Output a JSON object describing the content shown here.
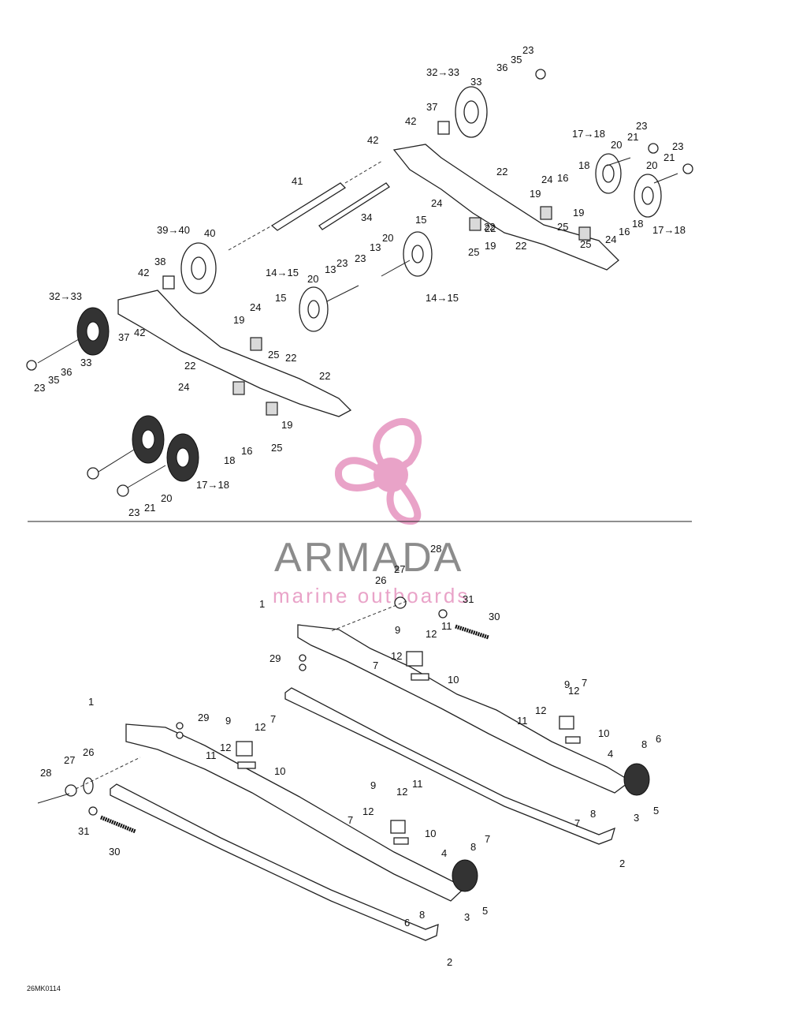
{
  "watermark": {
    "brand": "ARMADA",
    "tagline": "marine outboards",
    "color_brand": "#808080",
    "color_accent": "#e79ac3"
  },
  "figure_code": "26MK0114",
  "top_assembly_callouts": [
    "23",
    "32→33",
    "33",
    "36",
    "35",
    "37",
    "42",
    "42",
    "17→18",
    "23",
    "20",
    "21",
    "23",
    "22",
    "24",
    "16",
    "18",
    "20",
    "21",
    "41",
    "34",
    "19",
    "25",
    "19",
    "24",
    "16",
    "18",
    "17→18",
    "22",
    "22",
    "15",
    "24",
    "20",
    "22",
    "25",
    "19",
    "25",
    "39→40",
    "40",
    "13",
    "23",
    "14→15",
    "14→15",
    "20",
    "13",
    "23",
    "38",
    "42",
    "32→33",
    "15",
    "37",
    "42",
    "19",
    "24",
    "33",
    "25",
    "36",
    "22",
    "35",
    "23",
    "22",
    "22",
    "24",
    "19",
    "25",
    "16",
    "18",
    "17→18",
    "20",
    "21",
    "23"
  ],
  "bottom_assembly_callouts": [
    "28",
    "27",
    "26",
    "31",
    "30",
    "1",
    "9",
    "12",
    "11",
    "12",
    "29",
    "7",
    "10",
    "9",
    "12",
    "7",
    "11",
    "12",
    "10",
    "4",
    "8",
    "6",
    "5",
    "3",
    "8",
    "7",
    "2",
    "1",
    "29",
    "9",
    "12",
    "7",
    "12",
    "11",
    "10",
    "26",
    "27",
    "28",
    "31",
    "30",
    "9",
    "12",
    "11",
    "12",
    "7",
    "10",
    "4",
    "8",
    "7",
    "5",
    "3",
    "6",
    "8",
    "2"
  ]
}
